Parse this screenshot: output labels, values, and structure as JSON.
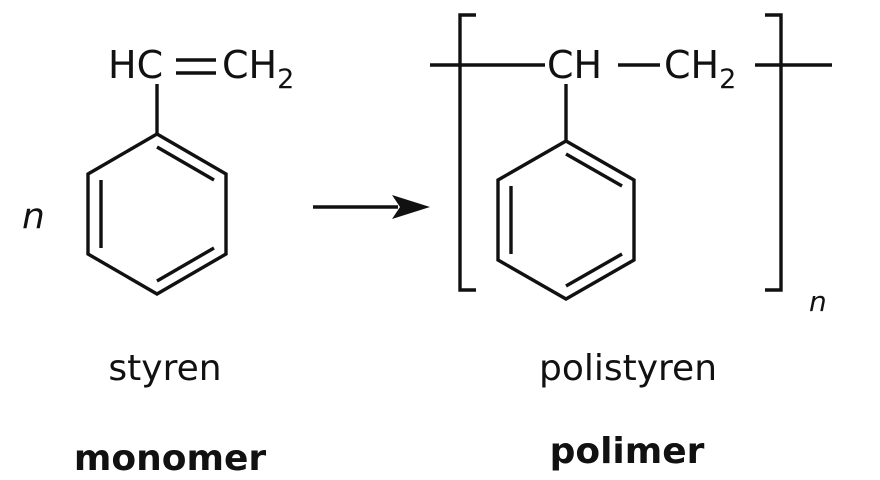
{
  "monomer": {
    "coefficient": "n",
    "formula_left": "HC",
    "formula_right": "CH",
    "formula_right_subscript": "2",
    "name": "styren",
    "role": "monomer"
  },
  "polymer": {
    "formula_left": "CH",
    "formula_right": "CH",
    "formula_right_subscript": "2",
    "repeat_index": "n",
    "name": "polistyren",
    "role": "polimer"
  },
  "colors": {
    "ink": "#111111",
    "background": "#ffffff"
  }
}
